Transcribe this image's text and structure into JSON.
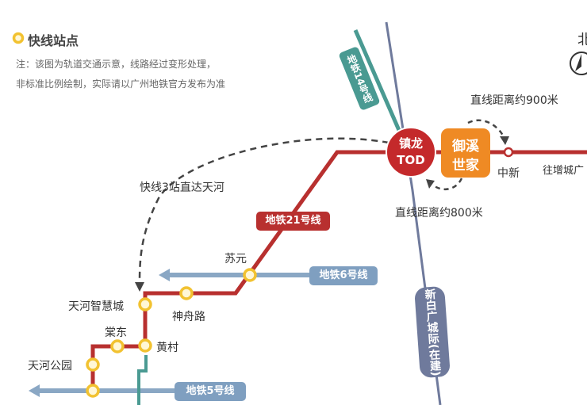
{
  "legend": {
    "label": "快线站点",
    "note_line1": "注：该图为轨道交通示意，线路经过变形处理，",
    "note_line2": "非标准比例绘制，实际请以广州地铁官方发布为准"
  },
  "north": "北",
  "lines": {
    "line14": "地铁14号线",
    "line21": "地铁21号线",
    "line6": "地铁6号线",
    "line5": "地铁5号线",
    "xinbai": "新白广城际(在建)"
  },
  "hub": {
    "line1": "镇龙",
    "line2": "TOD"
  },
  "project": {
    "line1": "御溪",
    "line2": "世家"
  },
  "stations": {
    "zhongxin": "中新",
    "suyuan": "苏元",
    "shenzhoulu": "神舟路",
    "tianhe_zhihuicheng": "天河智慧城",
    "tangdong": "棠东",
    "huangcun": "黄村",
    "tianhe_gongyuan": "天河公园"
  },
  "annotations": {
    "dist900": "直线距离约900米",
    "dist800": "直线距离约800米",
    "express": "快线3站直达天河",
    "to_zengcheng": "往增城广"
  },
  "colors": {
    "red": "#b8302f",
    "teal": "#4a9a92",
    "blue": "#7f9fc0",
    "xinbai": "#6f7a9c",
    "orange": "#ef8a24",
    "station": "#f2c230"
  }
}
